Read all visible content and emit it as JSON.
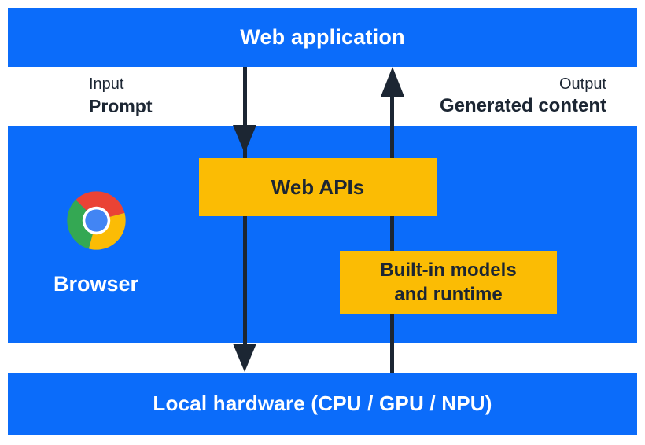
{
  "diagram": {
    "top_bar": {
      "label": "Web application"
    },
    "io_labels": {
      "input_caption": "Input",
      "input_value": "Prompt",
      "output_caption": "Output",
      "output_value": "Generated content"
    },
    "browser": {
      "label": "Browser",
      "logo_icon": "chrome-logo"
    },
    "boxes": {
      "web_apis_label": "Web APIs",
      "builtin_lines": [
        "Built-in models",
        "and runtime"
      ]
    },
    "bottom_bar": {
      "label": "Local hardware (CPU / GPU / NPU)"
    },
    "arrows": [
      {
        "direction": "down"
      },
      {
        "direction": "up"
      }
    ]
  },
  "colors": {
    "background_blue": "#0b6cfa",
    "box_yellow": "#fbbc04",
    "ink_navy": "#1c2633",
    "text_white": "#ffffff",
    "chrome_red": "#ea4335",
    "chrome_green": "#34a853",
    "chrome_yellow": "#fbbc05",
    "chrome_blue": "#4285f4"
  }
}
